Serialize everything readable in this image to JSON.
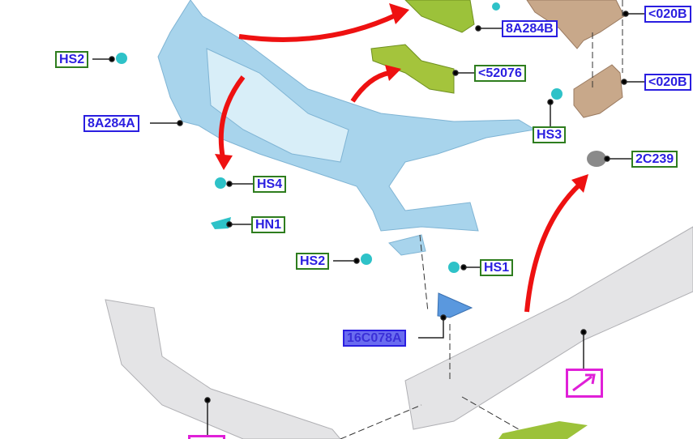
{
  "callouts": {
    "hs2_top": "HS2",
    "hs2_mid": "HS2",
    "hs1": "HS1",
    "hs3": "HS3",
    "hs4": "HS4",
    "hn1": "HN1",
    "part_8a284a": "8A284A",
    "part_8a284b": "8A284B",
    "part_52076": "<52076",
    "part_020b_top": "<020B",
    "part_020b_mid": "<020B",
    "part_2c239": "2C239",
    "part_16c078a": "16C078A"
  },
  "colors": {
    "fastener_label_border": "#2e7d1e",
    "part_label_border": "#2a1ee0",
    "link_border": "#e020d8",
    "arrow": "#ee1111"
  }
}
